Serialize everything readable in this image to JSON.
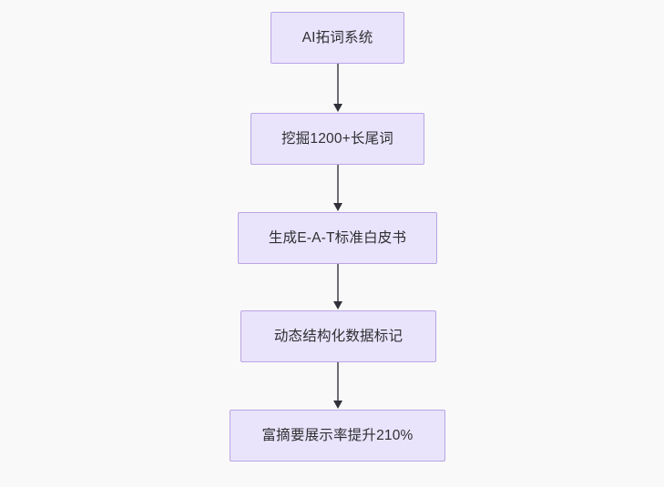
{
  "diagram": {
    "type": "flowchart",
    "direction": "top-to-bottom",
    "background_color": "#f9f9f9",
    "node_fill_color": "#e9e4fb",
    "node_border_color": "#b9a4e6",
    "edge_color": "#6e6e73",
    "text_color": "#2f2f33",
    "nodes": [
      {
        "id": "n1",
        "label": "AI拓词系统"
      },
      {
        "id": "n2",
        "label": "挖掘1200+长尾词"
      },
      {
        "id": "n3",
        "label": "生成E-A-T标准白皮书"
      },
      {
        "id": "n4",
        "label": "动态结构化数据标记"
      },
      {
        "id": "n5",
        "label": "富摘要展示率提升210%"
      }
    ],
    "edges": [
      {
        "id": "e1",
        "from": "n1",
        "to": "n2",
        "label": ""
      },
      {
        "id": "e2",
        "from": "n2",
        "to": "n3",
        "label": ""
      },
      {
        "id": "e3",
        "from": "n3",
        "to": "n4",
        "label": ""
      },
      {
        "id": "e4",
        "from": "n4",
        "to": "n5",
        "label": ""
      }
    ]
  }
}
